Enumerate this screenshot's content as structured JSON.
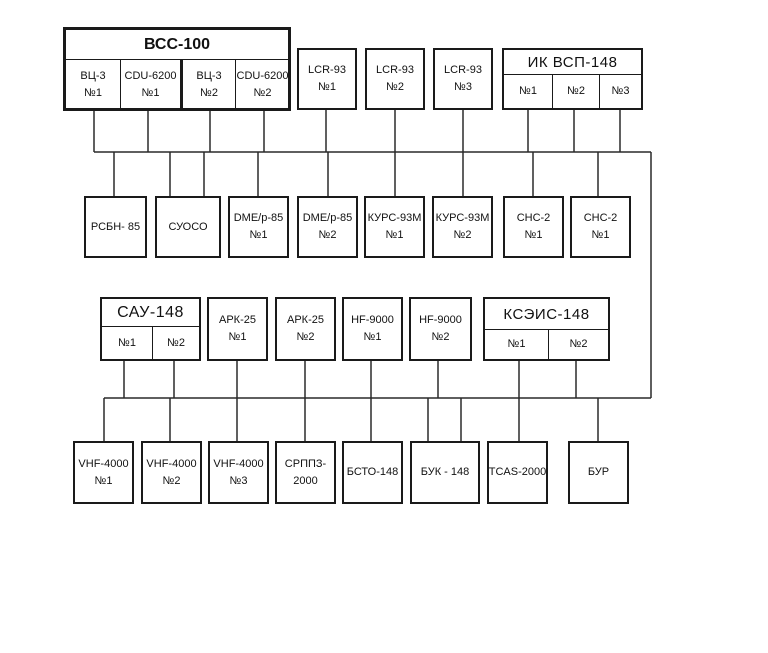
{
  "vss": {
    "title": "ВСС-100",
    "cells": [
      [
        "ВЦ-3",
        "№1"
      ],
      [
        "CDU-6200",
        "№1"
      ],
      [
        "ВЦ-3",
        "№2"
      ],
      [
        "CDU-6200",
        "№2"
      ]
    ]
  },
  "lcr": [
    [
      "LCR-93",
      "№1"
    ],
    [
      "LCR-93",
      "№2"
    ],
    [
      "LCR-93",
      "№3"
    ]
  ],
  "ik": {
    "title": "ИК ВСП-148",
    "cells": [
      "№1",
      "№2",
      "№3"
    ]
  },
  "row2": [
    [
      "РСБН- 85"
    ],
    [
      "СУОСО"
    ],
    [
      "DME/p-85",
      "№1"
    ],
    [
      "DME/p-85",
      "№2"
    ],
    [
      "КУРС-93М",
      "№1"
    ],
    [
      "КУРС-93М",
      "№2"
    ],
    [
      "СНС-2",
      "№1"
    ],
    [
      "СНС-2",
      "№1"
    ]
  ],
  "sau": {
    "title": "САУ-148",
    "cells": [
      "№1",
      "№2"
    ]
  },
  "row3": [
    [
      "АРК-25",
      "№1"
    ],
    [
      "АРК-25",
      "№2"
    ],
    [
      "HF-9000",
      "№1"
    ],
    [
      "HF-9000",
      "№2"
    ]
  ],
  "kseis": {
    "title": "КСЭИС-148",
    "cells": [
      "№1",
      "№2"
    ]
  },
  "row4": [
    [
      "VHF-4000",
      "№1"
    ],
    [
      "VHF-4000",
      "№2"
    ],
    [
      "VHF-4000",
      "№3"
    ],
    [
      "СРППЗ-",
      "2000"
    ],
    [
      "БСТО-148"
    ],
    [
      "БУК - 148"
    ],
    [
      "TCAS-2000"
    ],
    [
      "БУР"
    ]
  ]
}
